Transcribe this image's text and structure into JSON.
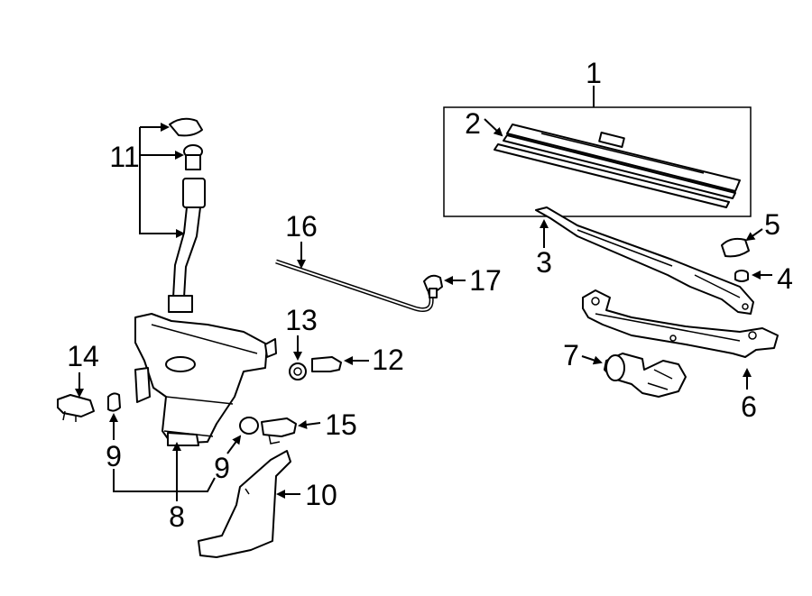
{
  "callouts": {
    "c1": "1",
    "c2": "2",
    "c3": "3",
    "c4": "4",
    "c5": "5",
    "c6": "6",
    "c7": "7",
    "c8": "8",
    "c9a": "9",
    "c9b": "9",
    "c10": "10",
    "c11": "11",
    "c12": "12",
    "c13": "13",
    "c14": "14",
    "c15": "15",
    "c16": "16",
    "c17": "17"
  },
  "colors": {
    "line": "#000000",
    "background": "#ffffff"
  }
}
